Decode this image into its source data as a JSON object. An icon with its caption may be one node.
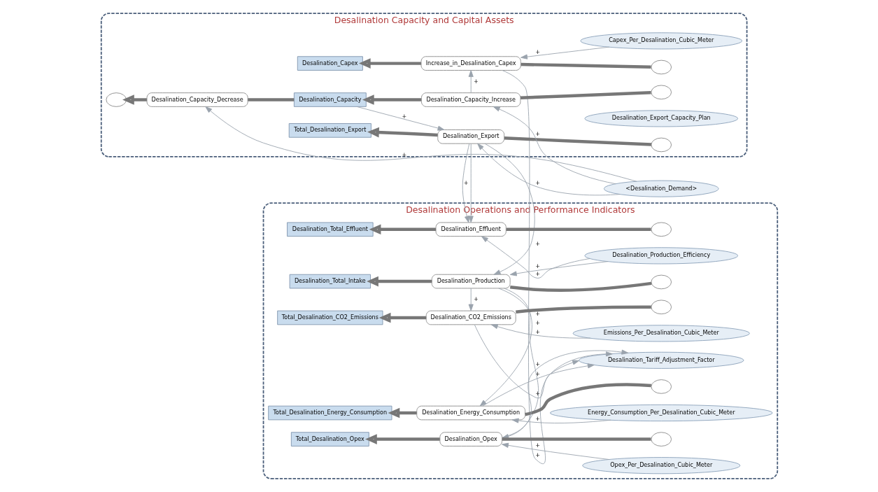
{
  "diagram": {
    "nodes": [
      {
        "text": [
          "Desalination Capacity and Capital Assets"
        ]
      },
      {
        "text": [
          "Capex_Per_Desalination_Cubic_Meter"
        ],
        "in": 0
      },
      {
        "text": [
          "Desalination_Capex"
        ],
        "in": 0
      },
      {
        "text": [
          "Increase_in_Desalination_Capex"
        ],
        "in": 0
      },
      {
        "text": [],
        "shape": "cloud",
        "in": 0
      },
      {
        "text": [
          "Desalination_Capacity"
        ],
        "in": 0
      },
      {
        "text": [
          "Desalination_Capacity_Decrease"
        ],
        "in": 0
      },
      {
        "text": [],
        "shape": "cloud",
        "in": 0
      },
      {
        "text": [
          "Desalination_Capacity_Increase"
        ],
        "in": 0
      },
      {
        "text": [],
        "shape": "cloud",
        "in": 0
      },
      {
        "text": [
          "<Desalination_Demand>"
        ]
      },
      {
        "text": [
          "Desalination_Export_Capacity_Plan"
        ],
        "in": 0
      },
      {
        "text": [
          "Total_Desalination_Export"
        ],
        "in": 0
      },
      {
        "text": [
          "Desalination_Export"
        ],
        "in": 0
      },
      {
        "text": [],
        "shape": "cloud",
        "in": 0
      },
      {
        "text": [
          "Desalination Operations and Performance Indicators"
        ]
      },
      {
        "text": [
          "Desalination_Total_Effluent"
        ],
        "in": 15
      },
      {
        "text": [
          "Desalination_Effluent"
        ],
        "in": 15
      },
      {
        "text": [],
        "shape": "cloud",
        "in": 15
      },
      {
        "text": [
          "Desalination_Production_Efficiency"
        ],
        "in": 15
      },
      {
        "text": [
          "Desalination_Total_Intake"
        ],
        "in": 15
      },
      {
        "text": [
          "Desalination_Production"
        ],
        "in": 15
      },
      {
        "text": [],
        "shape": "cloud",
        "in": 15
      },
      {
        "text": [
          "Total_Desalination_CO2_Emissions"
        ],
        "in": 15
      },
      {
        "text": [
          "Desalination_CO2_Emissions"
        ],
        "in": 15
      },
      {
        "text": [],
        "shape": "cloud",
        "in": 15
      },
      {
        "text": [
          "Emissions_Per_Desalination_Cubic_Meter"
        ],
        "in": 15
      },
      {
        "text": [
          "Desalination_Tariff_Adjustment_Factor"
        ],
        "in": 15
      },
      {
        "text": [
          "Total_Desalination_Energy_Consumption"
        ],
        "in": 15
      },
      {
        "text": [
          "Desalination_Energy_Consumption"
        ],
        "in": 15
      },
      {
        "text": [],
        "shape": "cloud",
        "in": 15
      },
      {
        "text": [
          "Energy_Consumption_Per_Desalination_Cubic_Meter"
        ],
        "in": 15
      },
      {
        "text": [
          "Total_Desalination_Opex"
        ],
        "in": 15
      },
      {
        "text": [
          "Desalination_Opex"
        ],
        "in": 15
      },
      {
        "text": [],
        "shape": "cloud",
        "in": 15
      },
      {
        "text": [
          "Opex_Per_Desalination_Cubic_Meter"
        ],
        "in": 15
      }
    ],
    "edges": [
      {
        "from": 4,
        "to": 3,
        "arrow": "none",
        "style": "thick"
      },
      {
        "from": 3,
        "to": 2,
        "arrow": "to",
        "style": "thick"
      },
      {
        "from": 9,
        "to": 8,
        "arrow": "none",
        "style": "thick"
      },
      {
        "from": 8,
        "to": 5,
        "arrow": "to",
        "style": "thick"
      },
      {
        "from": 5,
        "to": 6,
        "arrow": "none",
        "style": "thick"
      },
      {
        "from": 6,
        "to": 7,
        "arrow": "to",
        "style": "thick"
      },
      {
        "from": 14,
        "to": 13,
        "arrow": "none",
        "style": "thick"
      },
      {
        "from": 13,
        "to": 12,
        "arrow": "to",
        "style": "thick"
      },
      {
        "from": 18,
        "to": 17,
        "arrow": "none",
        "style": "thick"
      },
      {
        "from": 17,
        "to": 16,
        "arrow": "to",
        "style": "thick"
      },
      {
        "from": 22,
        "to": 21,
        "arrow": "none",
        "style": "thick"
      },
      {
        "from": 21,
        "to": 20,
        "arrow": "to",
        "style": "thick"
      },
      {
        "from": 25,
        "to": 24,
        "arrow": "none",
        "style": "thick"
      },
      {
        "from": 24,
        "to": 23,
        "arrow": "to",
        "style": "thick"
      },
      {
        "from": 30,
        "to": 29,
        "arrow": "none",
        "style": "thick"
      },
      {
        "from": 29,
        "to": 28,
        "arrow": "to",
        "style": "thick"
      },
      {
        "from": 34,
        "to": 33,
        "arrow": "none",
        "style": "thick"
      },
      {
        "from": 33,
        "to": 32,
        "arrow": "to",
        "style": "thick"
      },
      {
        "from": 1,
        "to": 3,
        "arrow": "to",
        "label": "+"
      },
      {
        "from": 8,
        "to": 3,
        "arrow": "to",
        "label": "+"
      },
      {
        "from": 10,
        "to": 6,
        "arrow": "to",
        "label": "+"
      },
      {
        "from": 10,
        "to": 8,
        "arrow": "to",
        "label": "+"
      },
      {
        "from": 10,
        "to": 13,
        "arrow": "to",
        "label": "+"
      },
      {
        "from": 5,
        "to": 13,
        "arrow": "to",
        "label": "+"
      },
      {
        "from": 13,
        "to": 17,
        "arrow": "to",
        "label": "+"
      },
      {
        "from": 13,
        "to": 21,
        "arrow": "to",
        "label": "+"
      },
      {
        "from": 19,
        "to": 17,
        "arrow": "to",
        "label": "+"
      },
      {
        "from": 19,
        "to": 21,
        "arrow": "to",
        "label": "+"
      },
      {
        "from": 21,
        "to": 24,
        "arrow": "to",
        "label": "+"
      },
      {
        "from": 21,
        "to": 29,
        "arrow": "to",
        "label": "+"
      },
      {
        "from": 21,
        "to": 33,
        "arrow": "to",
        "label": "+"
      },
      {
        "from": 26,
        "to": 24,
        "arrow": "to",
        "label": "+"
      },
      {
        "from": 31,
        "to": 29,
        "arrow": "to",
        "label": "+"
      },
      {
        "from": 35,
        "to": 33,
        "arrow": "to",
        "label": "+"
      },
      {
        "from": 24,
        "to": 27,
        "arrow": "to",
        "label": "+"
      },
      {
        "from": 29,
        "to": 27,
        "arrow": "to",
        "label": "+"
      },
      {
        "from": 33,
        "to": 27,
        "arrow": "to",
        "label": "+"
      },
      {
        "from": 3,
        "to": 27,
        "arrow": "to",
        "label": "+"
      }
    ]
  }
}
